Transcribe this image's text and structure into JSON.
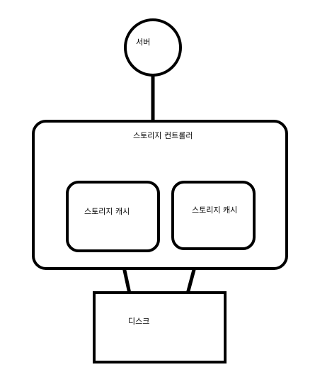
{
  "nodes": {
    "server": {
      "label": "서버"
    },
    "storage_controller": {
      "label": "스토리지 컨트롤러"
    },
    "storage_cache_left": {
      "label": "스토리지 캐시"
    },
    "storage_cache_right": {
      "label": "스토리지 캐시"
    },
    "disk": {
      "label": "디스크"
    }
  },
  "colors": {
    "stroke": "#000000",
    "fill": "#ffffff"
  }
}
